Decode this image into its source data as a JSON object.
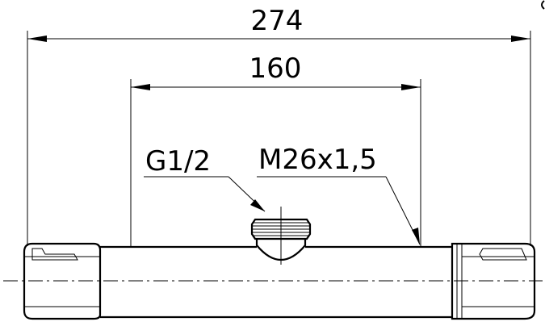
{
  "dimensions": {
    "overall_length": "274",
    "inlet_spacing": "160"
  },
  "callouts": {
    "outlet_thread": "G1/2",
    "inlet_thread": "M26x1,5"
  },
  "colors": {
    "line": "#000000",
    "background": "#ffffff"
  }
}
